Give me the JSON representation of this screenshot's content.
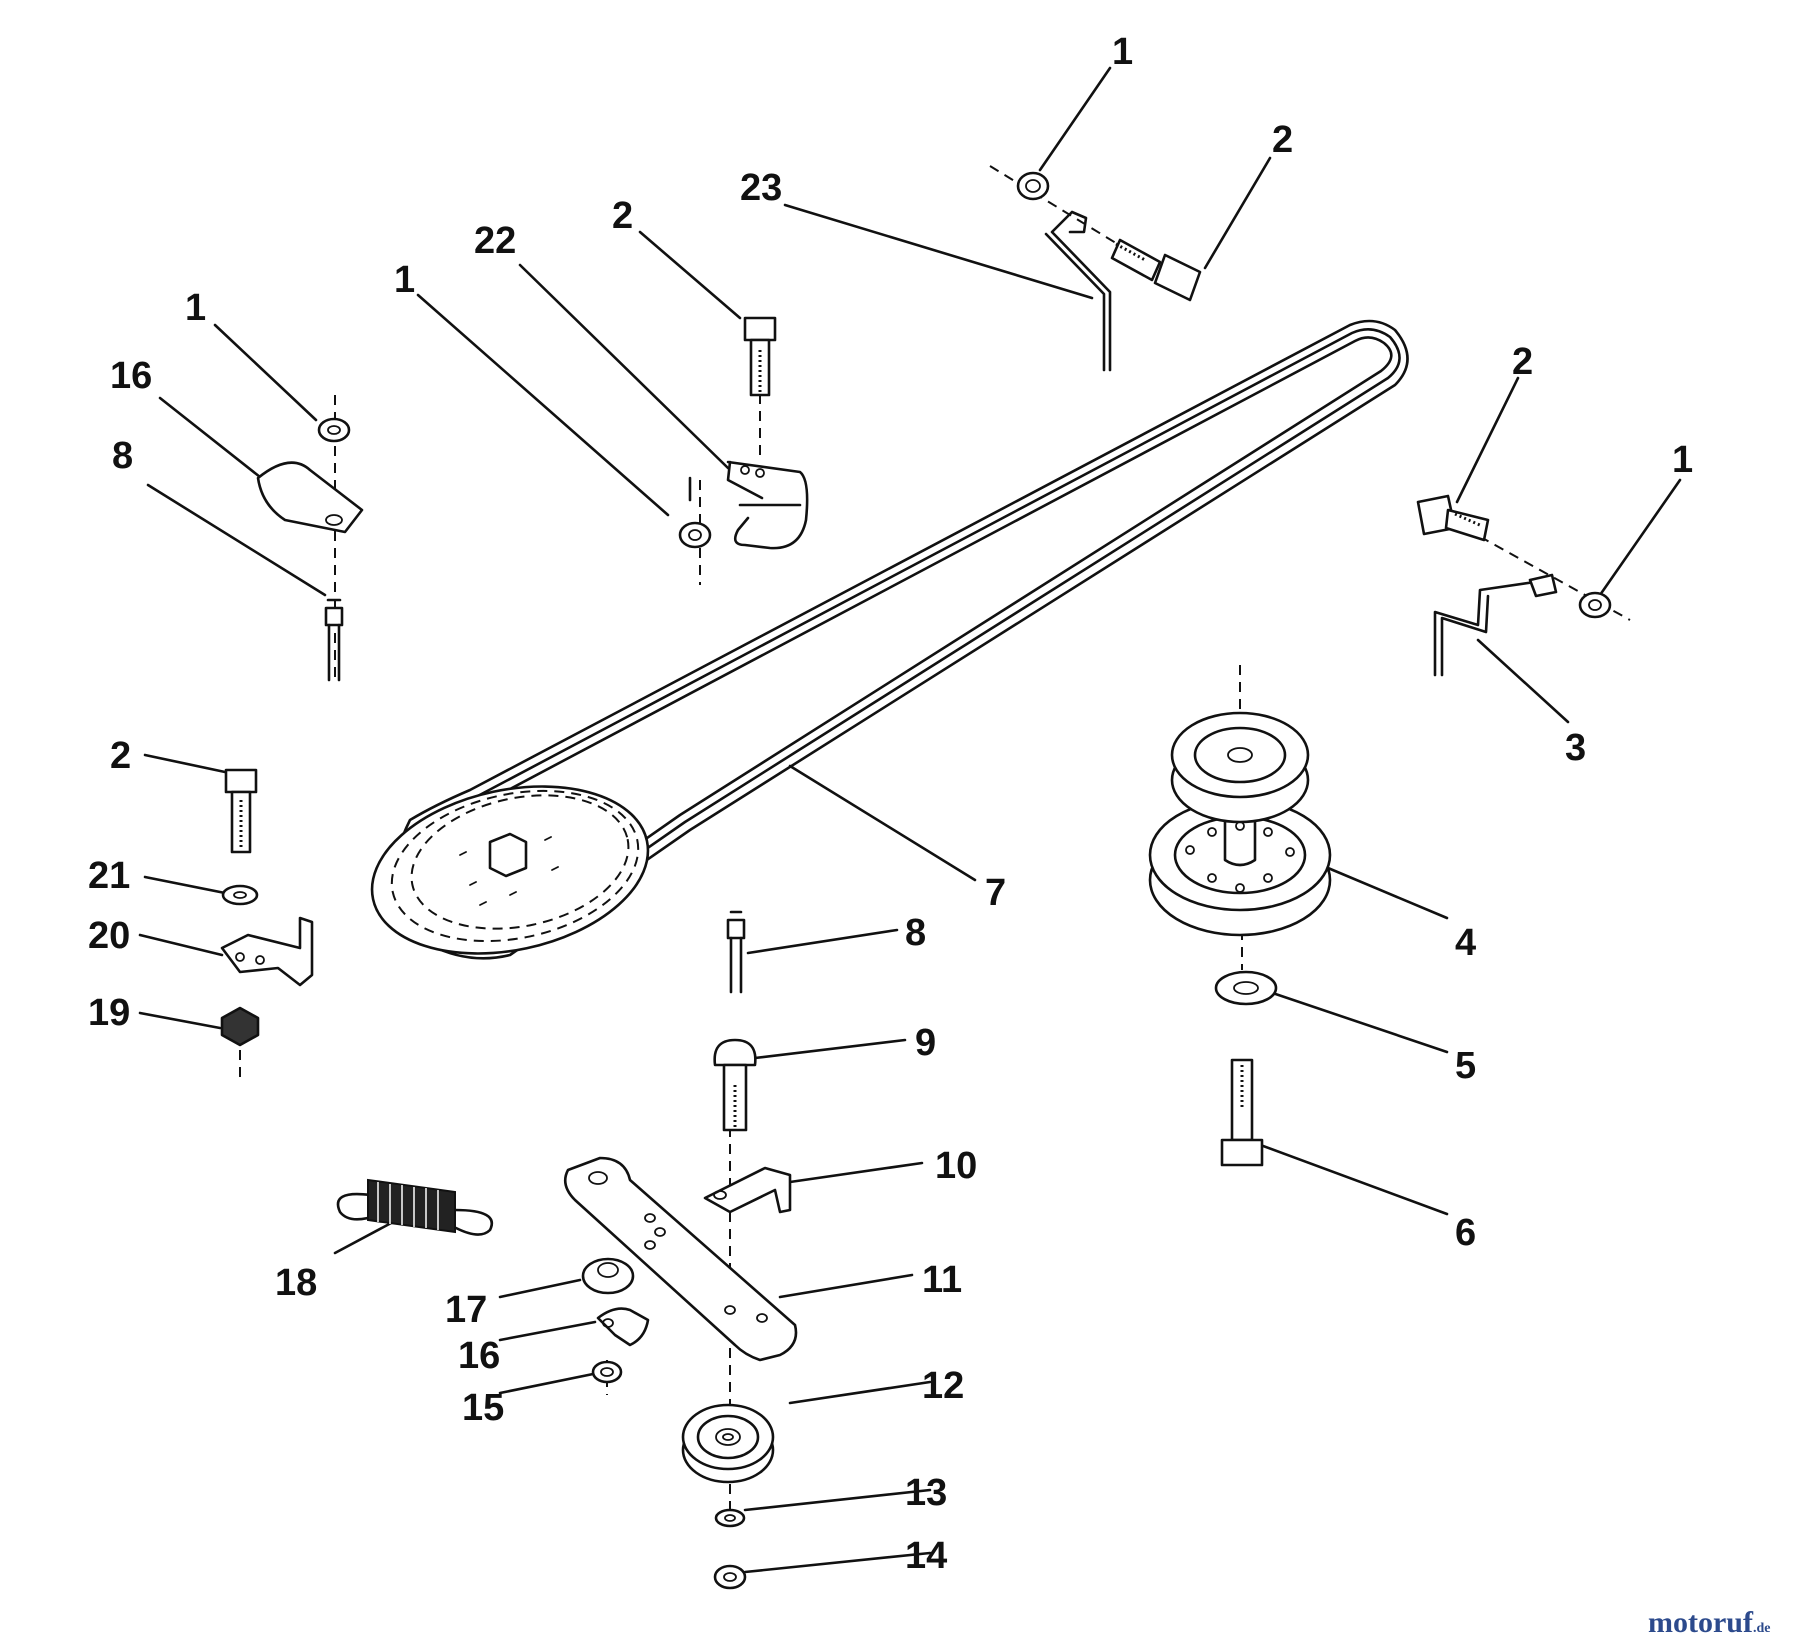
{
  "diagram": {
    "labels": {
      "l1a": "1",
      "l2a": "2",
      "l23": "23",
      "l2b": "2",
      "l22": "22",
      "l1b": "1",
      "l1c": "1",
      "l16a": "16",
      "l8a": "8",
      "l2c": "2",
      "l1d": "1",
      "l3": "3",
      "l4": "4",
      "l7": "7",
      "l2d": "2",
      "l21": "21",
      "l20": "20",
      "l19": "19",
      "l8b": "8",
      "l5": "5",
      "l9": "9",
      "l6": "6",
      "l10": "10",
      "l18": "18",
      "l11": "11",
      "l17": "17",
      "l16b": "16",
      "l15": "15",
      "l12": "12",
      "l13": "13",
      "l14": "14"
    }
  },
  "watermark": {
    "text": "motoruf",
    "suffix": ".de",
    "color": "#e0281e"
  }
}
